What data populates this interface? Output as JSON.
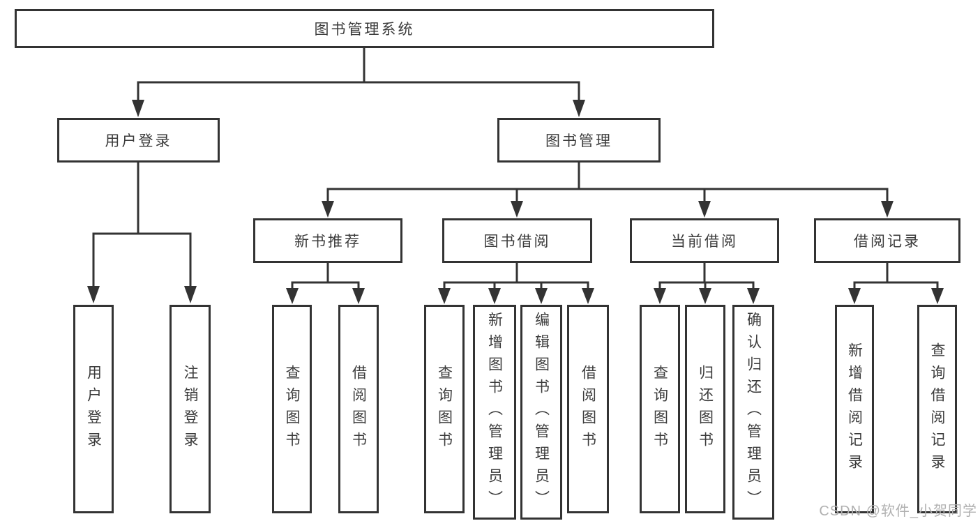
{
  "tree": {
    "root": {
      "label": "图书管理系统"
    },
    "branches": [
      {
        "label": "用户登录",
        "children": [
          {
            "label": "用户登录"
          },
          {
            "label": "注销登录"
          }
        ]
      },
      {
        "label": "图书管理",
        "children": [
          {
            "label": "新书推荐",
            "children": [
              {
                "label": "查询图书"
              },
              {
                "label": "借阅图书"
              }
            ]
          },
          {
            "label": "图书借阅",
            "children": [
              {
                "label": "查询图书"
              },
              {
                "label": "新增图书（管理员）"
              },
              {
                "label": "编辑图书（管理员）"
              },
              {
                "label": "借阅图书"
              }
            ]
          },
          {
            "label": "当前借阅",
            "children": [
              {
                "label": "查询图书"
              },
              {
                "label": "归还图书"
              },
              {
                "label": "确认归还（管理员）"
              }
            ]
          },
          {
            "label": "借阅记录",
            "children": [
              {
                "label": "新增借阅记录"
              },
              {
                "label": "查询借阅记录"
              }
            ]
          }
        ]
      }
    ]
  },
  "watermark": {
    "text": "CSDN @软件_小贺同学"
  },
  "colors": {
    "line": "#333333",
    "text": "#3b3b3b",
    "watermark": "#b0b0b0",
    "background": "#ffffff"
  }
}
